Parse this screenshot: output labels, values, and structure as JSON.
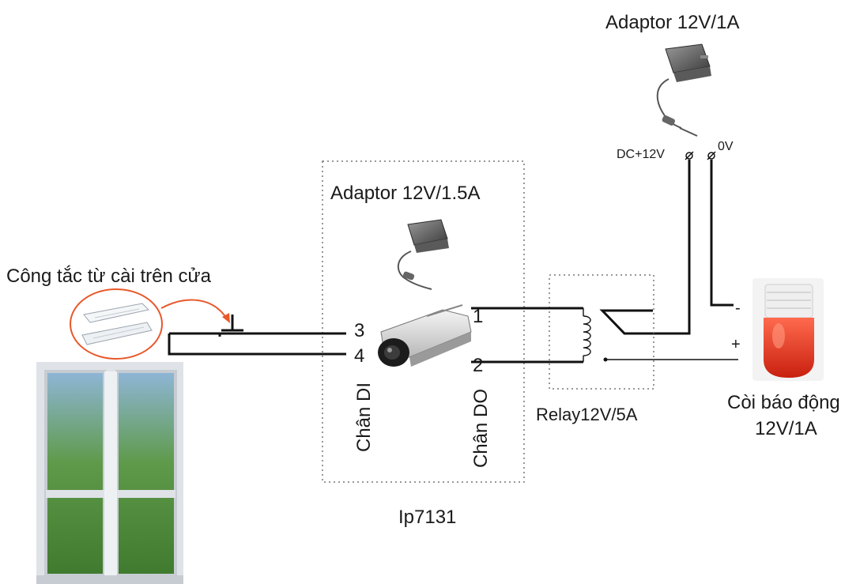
{
  "labels": {
    "adaptor_top": "Adaptor 12V/1A",
    "dc_plus": "DC+12V",
    "zero_v": "0V",
    "adaptor_mid": "Adaptor 12V/1.5A",
    "door_switch": "Công tắc từ cài trên cửa",
    "pin3": "3",
    "pin4": "4",
    "pin1": "1",
    "pin2": "2",
    "chan_di": "Chân DI",
    "chan_do": "Chân DO",
    "relay": "Relay12V/5A",
    "minus": "-",
    "plus": "+",
    "siren_line1": "Còi báo động",
    "siren_line2": "12V/1A",
    "device": "Ip7131"
  },
  "colors": {
    "wire": "#111111",
    "dotted_border": "#777777",
    "highlight_circle": "#e8582a",
    "siren_red": "#e8351f",
    "door_frame": "#dfe3e8",
    "glass_green": "#4d8a3c"
  },
  "icons": [
    "power-adapter-icon",
    "ip-camera-icon",
    "relay-coil-icon",
    "magnetic-switch-icon",
    "siren-icon",
    "door-icon"
  ]
}
